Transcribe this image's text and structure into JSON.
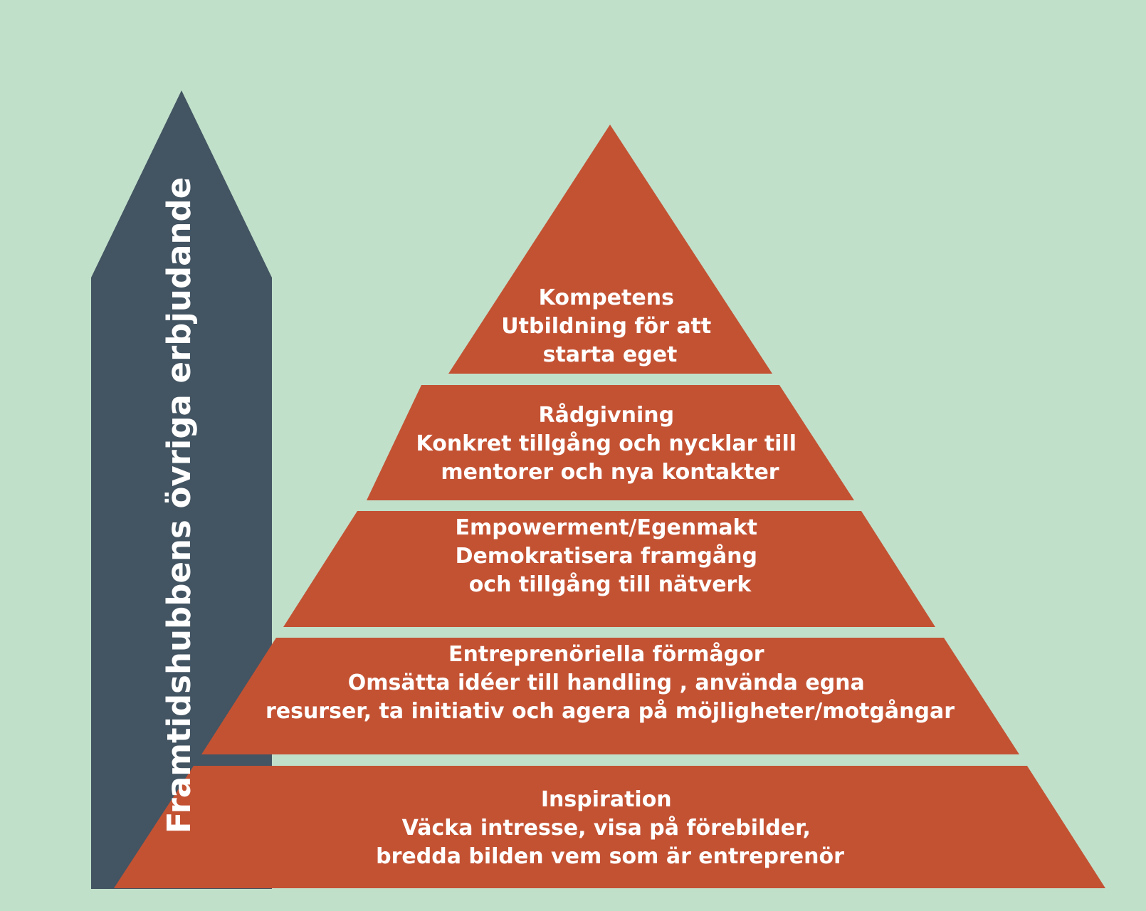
{
  "colors": {
    "background": "#c1e0ca",
    "arrow": "#435462",
    "pyramid": "#c35233",
    "text": "#ffffff"
  },
  "arrow": {
    "label": "Framtidshubbens övriga erbjudande"
  },
  "pyramid": {
    "tiers": [
      {
        "lines": [
          "Kompetens",
          "Utbildning för att",
          "starta eget"
        ]
      },
      {
        "lines": [
          "Rådgivning",
          "Konkret tillgång och nycklar till",
          "mentorer och nya kontakter"
        ]
      },
      {
        "lines": [
          "Empowerment/Egenmakt",
          "Demokratisera framgång",
          "och tillgång till nätverk"
        ]
      },
      {
        "lines": [
          "Entreprenöriella förmågor",
          "Omsätta idéer till handling , använda egna",
          "resurser, ta initiativ och agera på möjligheter/motgångar"
        ]
      },
      {
        "lines": [
          "Inspiration",
          "Väcka intresse, visa på förebilder,",
          "bredda bilden vem som är entreprenör"
        ]
      }
    ]
  }
}
